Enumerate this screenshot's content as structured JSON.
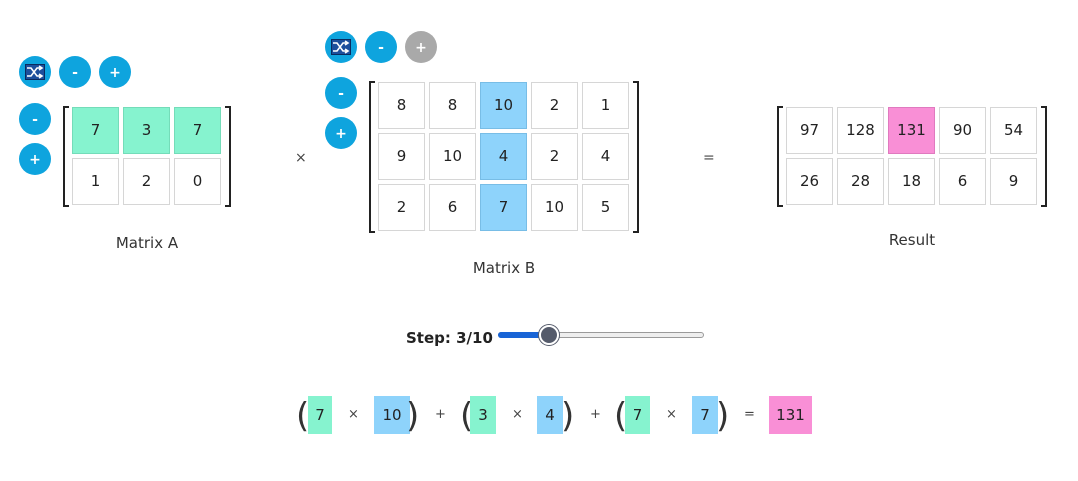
{
  "matrix_a": {
    "label": "Matrix A",
    "rows": [
      [
        "7",
        "3",
        "7"
      ],
      [
        "1",
        "2",
        "0"
      ]
    ],
    "highlight_row": 0
  },
  "matrix_b": {
    "label": "Matrix B",
    "rows": [
      [
        "8",
        "8",
        "10",
        "2",
        "1"
      ],
      [
        "9",
        "10",
        "4",
        "2",
        "4"
      ],
      [
        "2",
        "6",
        "7",
        "10",
        "5"
      ]
    ],
    "highlight_col": 2
  },
  "result": {
    "label": "Result",
    "rows": [
      [
        "97",
        "128",
        "131",
        "90",
        "54"
      ],
      [
        "26",
        "28",
        "18",
        "6",
        "9"
      ]
    ],
    "highlight_cell": [
      0,
      2
    ]
  },
  "operators": {
    "times": "×",
    "equals": "="
  },
  "controls": {
    "shuffle": "shuffle-icon",
    "minus": "-",
    "plus": "+"
  },
  "step": {
    "label": "Step: 3/10",
    "current": 3,
    "total": 10
  },
  "equation": {
    "terms": [
      {
        "a": "7",
        "b": "10"
      },
      {
        "a": "3",
        "b": "4"
      },
      {
        "a": "7",
        "b": "7"
      }
    ],
    "times": "×",
    "plus": "+",
    "equals": "=",
    "result": "131"
  },
  "colors": {
    "button": "#0ea4de",
    "button_disabled": "#a9a9a9",
    "highlight_a": "#86f3cf",
    "highlight_b": "#8ed3fb",
    "highlight_result": "#f98fd6",
    "slider_fill": "#1864d6"
  }
}
